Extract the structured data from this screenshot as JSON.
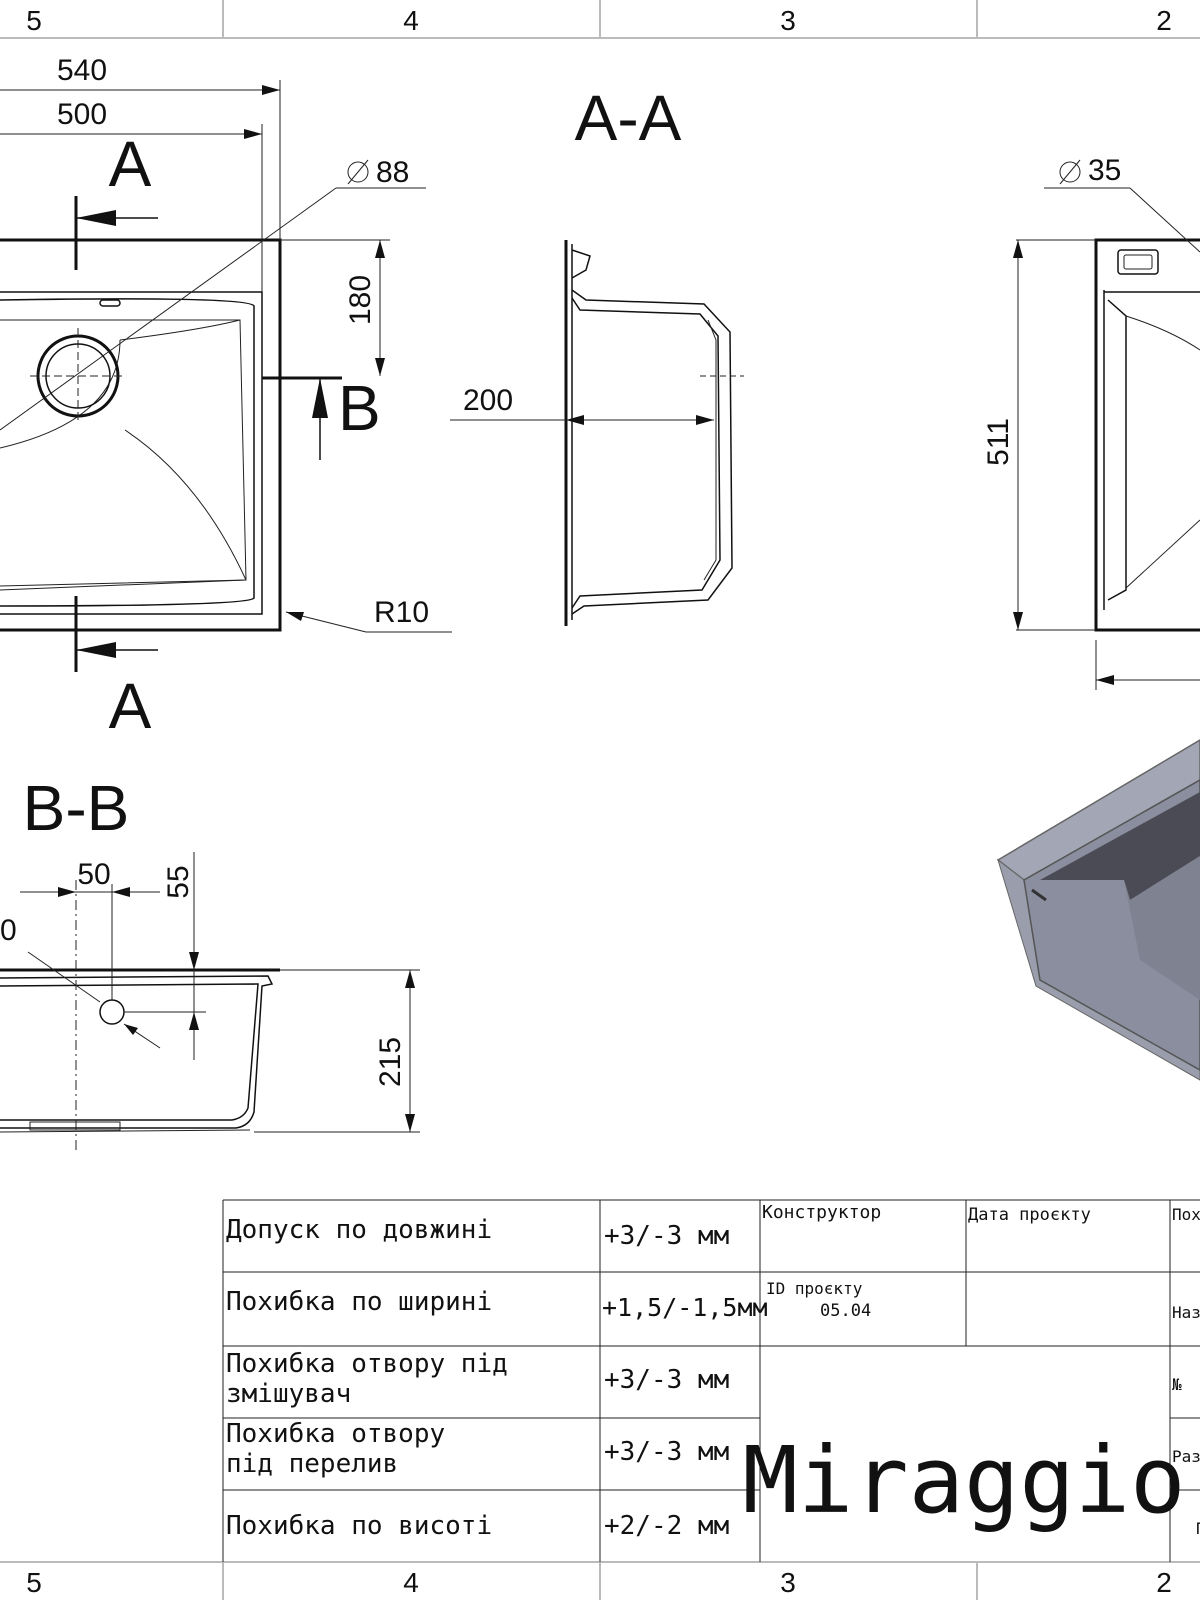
{
  "zones": {
    "top": [
      "5",
      "4",
      "3",
      "2"
    ],
    "bottom": [
      "5",
      "4",
      "3",
      "2"
    ]
  },
  "plan": {
    "dim_540": "540",
    "dim_500": "500",
    "dim_88": "88",
    "dim_180": "180",
    "dim_r10": "R10",
    "section_a_top": "A",
    "section_a_bottom": "A",
    "section_b": "B"
  },
  "section_aa": {
    "title": "A-A",
    "dim_200": "200"
  },
  "side": {
    "dim_35": "35",
    "dim_511": "511"
  },
  "section_bb": {
    "title": "B-B",
    "dim_50": "50",
    "dim_55": "55",
    "dim_partial": "0",
    "dim_215": "215"
  },
  "tolerances": [
    {
      "label": [
        "Допуск по довжині"
      ],
      "value": "+3/-3 мм"
    },
    {
      "label": [
        "Похибка по ширині"
      ],
      "value": "+1,5/-1,5мм"
    },
    {
      "label": [
        "Похибка отвору під",
        "змішувач"
      ],
      "value": "+3/-3 мм"
    },
    {
      "label": [
        "Похибка отвору",
        "під перелив"
      ],
      "value": "+3/-3 мм"
    },
    {
      "label": [
        "Похибка по висоті"
      ],
      "value": "+2/-2 мм"
    }
  ],
  "title_block": {
    "designer": "Конструктор",
    "project_date": "Дата проєкту",
    "project_id_label": "ID проєкту",
    "project_id_value": "05.04",
    "brand": "Miraggio",
    "cut_labels": [
      "Пох",
      "Наз",
      "№",
      "Раз",
      "П"
    ]
  },
  "colors": {
    "line": "#111111",
    "render_body": "#8b8e9e",
    "render_rim": "#a3a6b4",
    "render_inner": "#4a4b55"
  }
}
